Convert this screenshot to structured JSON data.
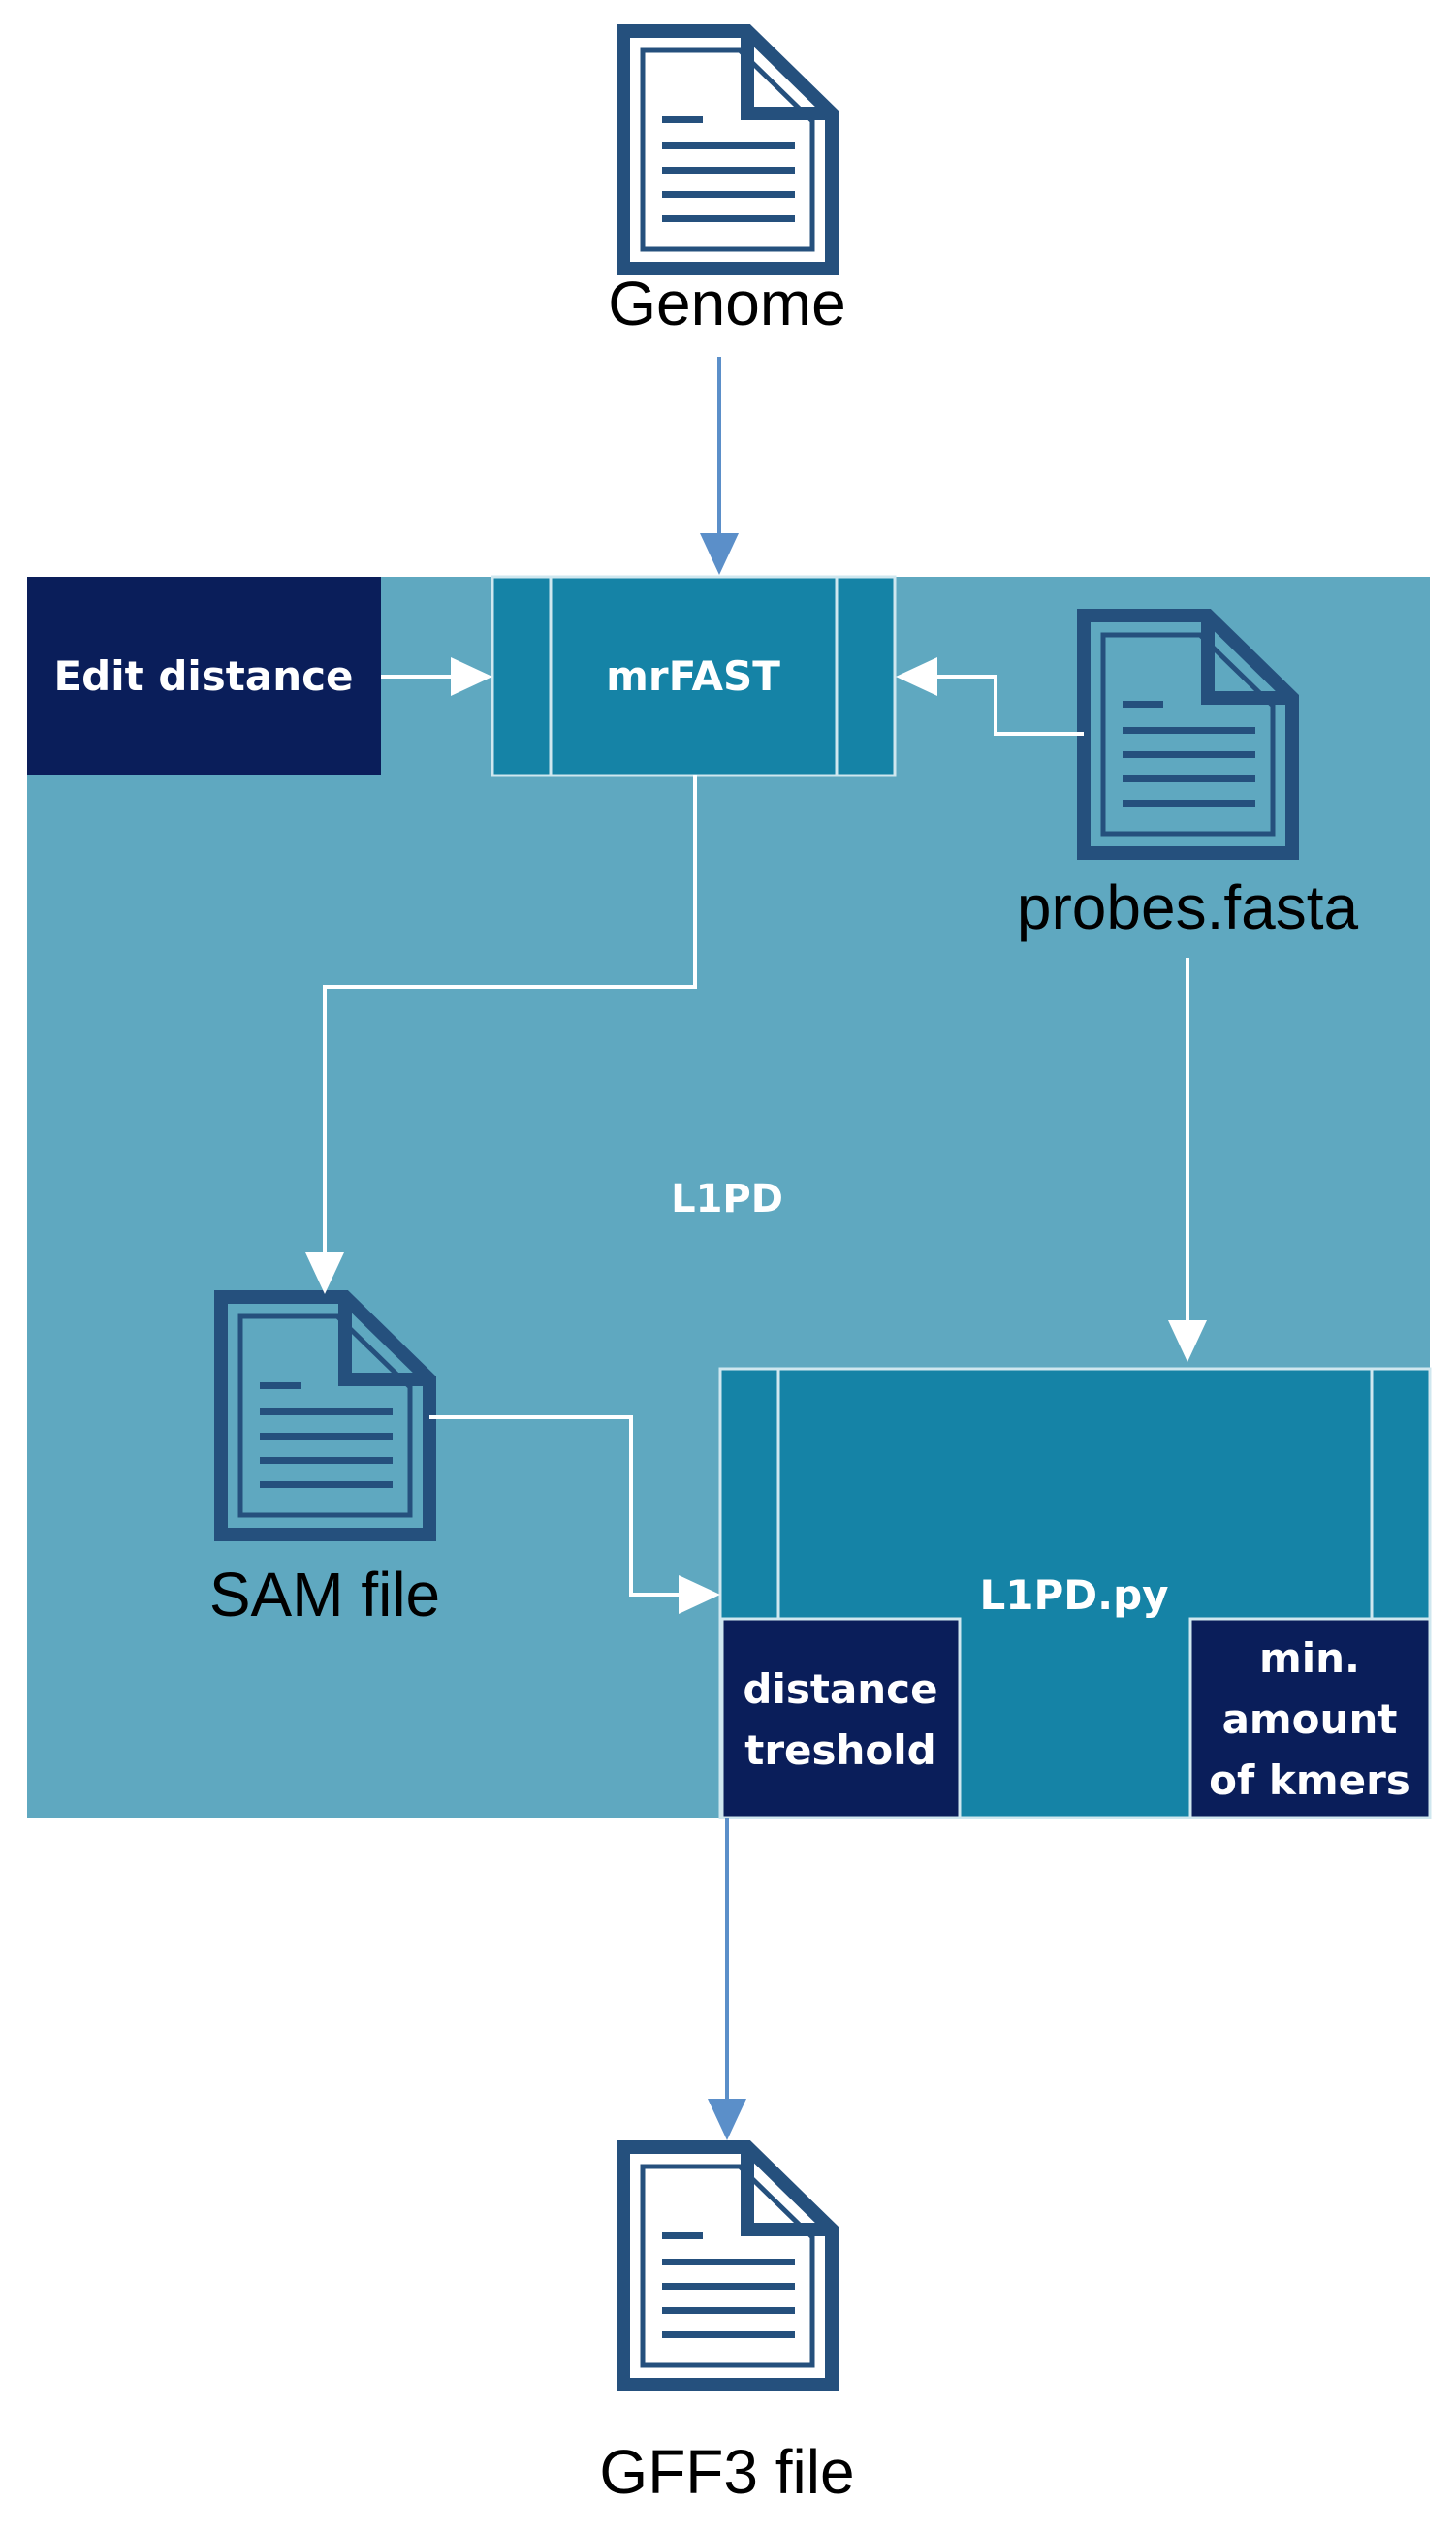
{
  "nodes": {
    "genome": {
      "label": "Genome"
    },
    "edit_distance": {
      "label": "Edit distance"
    },
    "mrfast": {
      "label": "mrFAST"
    },
    "probes": {
      "label": "probes.fasta"
    },
    "container": {
      "label": "L1PD"
    },
    "sam": {
      "label": "SAM file"
    },
    "l1pd_py": {
      "label": "L1PD.py"
    },
    "distance_threshold": {
      "line1": "distance",
      "line2": "treshold"
    },
    "min_kmers": {
      "line1": "min.",
      "line2": "amount",
      "line3": "of kmers"
    },
    "gff3": {
      "label": "GFF3 file"
    }
  },
  "icons": {
    "genome": "document-icon",
    "probes": "document-icon",
    "sam": "document-icon",
    "gff3": "document-icon"
  },
  "colors": {
    "container": "#5fa8c0",
    "process": "#1583a6",
    "process_border": "#cfe7ef",
    "param": "#0a1e5a",
    "icon": "#25507d",
    "arrow_outside": "#5b8fc9",
    "arrow_inside": "#ffffff"
  }
}
